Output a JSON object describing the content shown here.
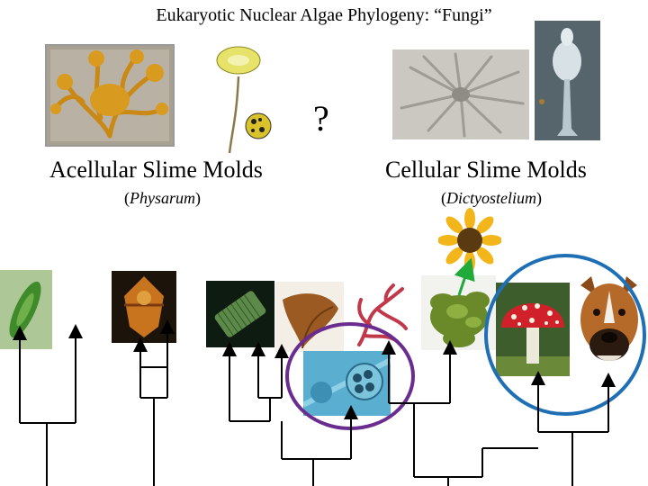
{
  "title": "Eukaryotic Nuclear Algae Phylogeny: “Fungi”",
  "question_mark": "?",
  "groups": {
    "acellular": {
      "name": "Acellular Slime Molds",
      "genus_open": "(",
      "genus": "Physarum",
      "genus_close": ")"
    },
    "cellular": {
      "name": "Cellular Slime Molds",
      "genus_open": "(",
      "genus": "Dictyostelium",
      "genus_close": ")"
    }
  },
  "images": {
    "physarum_plasmodium": "slime-mold-plasmodium",
    "physarum_sporangium": "slime-mold-sporangium-illustration",
    "dictyostelium_aggregation": "amoebae-aggregation",
    "dictyostelium_fruiting": "fruiting-body",
    "euglena": "euglenoid",
    "dinoflagellate": "dinoflagellate",
    "diatom": "diatom",
    "brown_alga": "brown-alga",
    "red_alga": "red-alga",
    "green_alga": "green-alga",
    "oomycete": "oomycete-sporangium",
    "sunflower": "sunflower",
    "mushroom": "fly-agaric-mushroom",
    "dog": "boxer-dog"
  },
  "tiny_caption": "",
  "colors": {
    "purple_circle": "#6a2c8e",
    "blue_circle": "#1f6fb5",
    "green_arrow": "#1faa3a",
    "tree_line": "#000000"
  }
}
